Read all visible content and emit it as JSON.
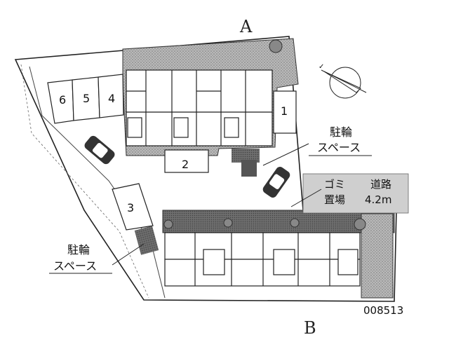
{
  "buildings": {
    "a": {
      "label": "A"
    },
    "b": {
      "label": "B"
    }
  },
  "parking": {
    "spaces": [
      {
        "label": "1"
      },
      {
        "label": "2"
      },
      {
        "label": "3"
      },
      {
        "label": "4"
      },
      {
        "label": "5"
      },
      {
        "label": "6"
      }
    ]
  },
  "bicycle_parking": {
    "upper": {
      "line1": "駐輪",
      "line2": "スペース"
    },
    "lower": {
      "line1": "駐輪",
      "line2": "スペース"
    }
  },
  "garbage": {
    "line1": "ゴミ",
    "line2": "置場"
  },
  "road": {
    "line1": "道路",
    "line2": "4.2m"
  },
  "plan_number": "008513",
  "compass": {
    "icon": "north-arrow-icon"
  },
  "colors": {
    "hatch": "#9a9a9a",
    "line": "#222222",
    "paper": "#ffffff"
  }
}
